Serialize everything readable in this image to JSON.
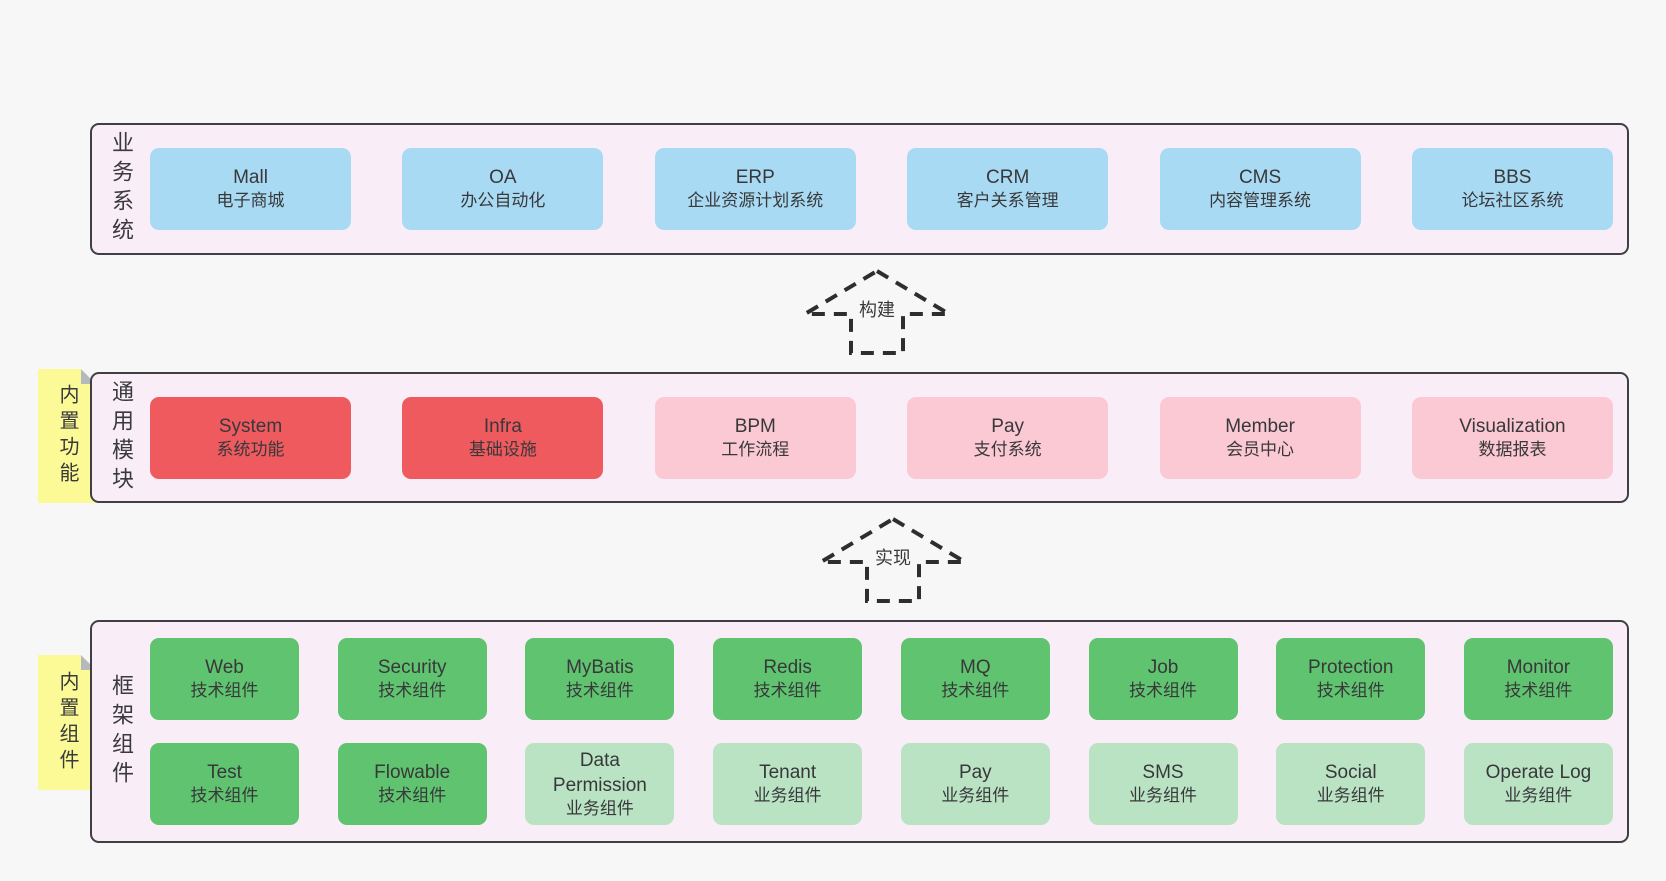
{
  "colors": {
    "page_background": "#f7f7f7",
    "container_background": "#f9eef8",
    "container_border": "#404044",
    "node_blue": "#a9daf3",
    "node_red": "#ef5a5f",
    "node_pink": "#fbc9d3",
    "node_green": "#5fc370",
    "node_light_green": "#bae3c4",
    "sticky_yellow": "#fbfa97",
    "sticky_fold_gray": "#b6b9bb",
    "text": "#3a3a3c"
  },
  "arrows": [
    {
      "label": "构建"
    },
    {
      "label": "实现"
    }
  ],
  "sections": [
    {
      "side_label": "业务系统",
      "boxes": [
        {
          "title": "Mall",
          "subtitle": "电子商城"
        },
        {
          "title": "OA",
          "subtitle": "办公自动化"
        },
        {
          "title": "ERP",
          "subtitle": "企业资源计划系统"
        },
        {
          "title": "CRM",
          "subtitle": "客户关系管理"
        },
        {
          "title": "CMS",
          "subtitle": "内容管理系统"
        },
        {
          "title": "BBS",
          "subtitle": "论坛社区系统"
        }
      ]
    },
    {
      "side_label": "通用模块",
      "sticky": "内置功能",
      "boxes": [
        {
          "title": "System",
          "subtitle": "系统功能"
        },
        {
          "title": "Infra",
          "subtitle": "基础设施"
        },
        {
          "title": "BPM",
          "subtitle": "工作流程"
        },
        {
          "title": "Pay",
          "subtitle": "支付系统"
        },
        {
          "title": "Member",
          "subtitle": "会员中心"
        },
        {
          "title": "Visualization",
          "subtitle": "数据报表"
        }
      ]
    },
    {
      "side_label": "框架组件",
      "sticky": "内置组件",
      "rows": [
        [
          {
            "title": "Web",
            "subtitle": "技术组件"
          },
          {
            "title": "Security",
            "subtitle": "技术组件"
          },
          {
            "title": "MyBatis",
            "subtitle": "技术组件"
          },
          {
            "title": "Redis",
            "subtitle": "技术组件"
          },
          {
            "title": "MQ",
            "subtitle": "技术组件"
          },
          {
            "title": "Job",
            "subtitle": "技术组件"
          },
          {
            "title": "Protection",
            "subtitle": "技术组件"
          },
          {
            "title": "Monitor",
            "subtitle": "技术组件"
          }
        ],
        [
          {
            "title": "Test",
            "subtitle": "技术组件"
          },
          {
            "title": "Flowable",
            "subtitle": "技术组件"
          },
          {
            "title": "Data Permission",
            "subtitle": "业务组件"
          },
          {
            "title": "Tenant",
            "subtitle": "业务组件"
          },
          {
            "title": "Pay",
            "subtitle": "业务组件"
          },
          {
            "title": "SMS",
            "subtitle": "业务组件"
          },
          {
            "title": "Social",
            "subtitle": "业务组件"
          },
          {
            "title": "Operate Log",
            "subtitle": "业务组件"
          }
        ]
      ]
    }
  ]
}
